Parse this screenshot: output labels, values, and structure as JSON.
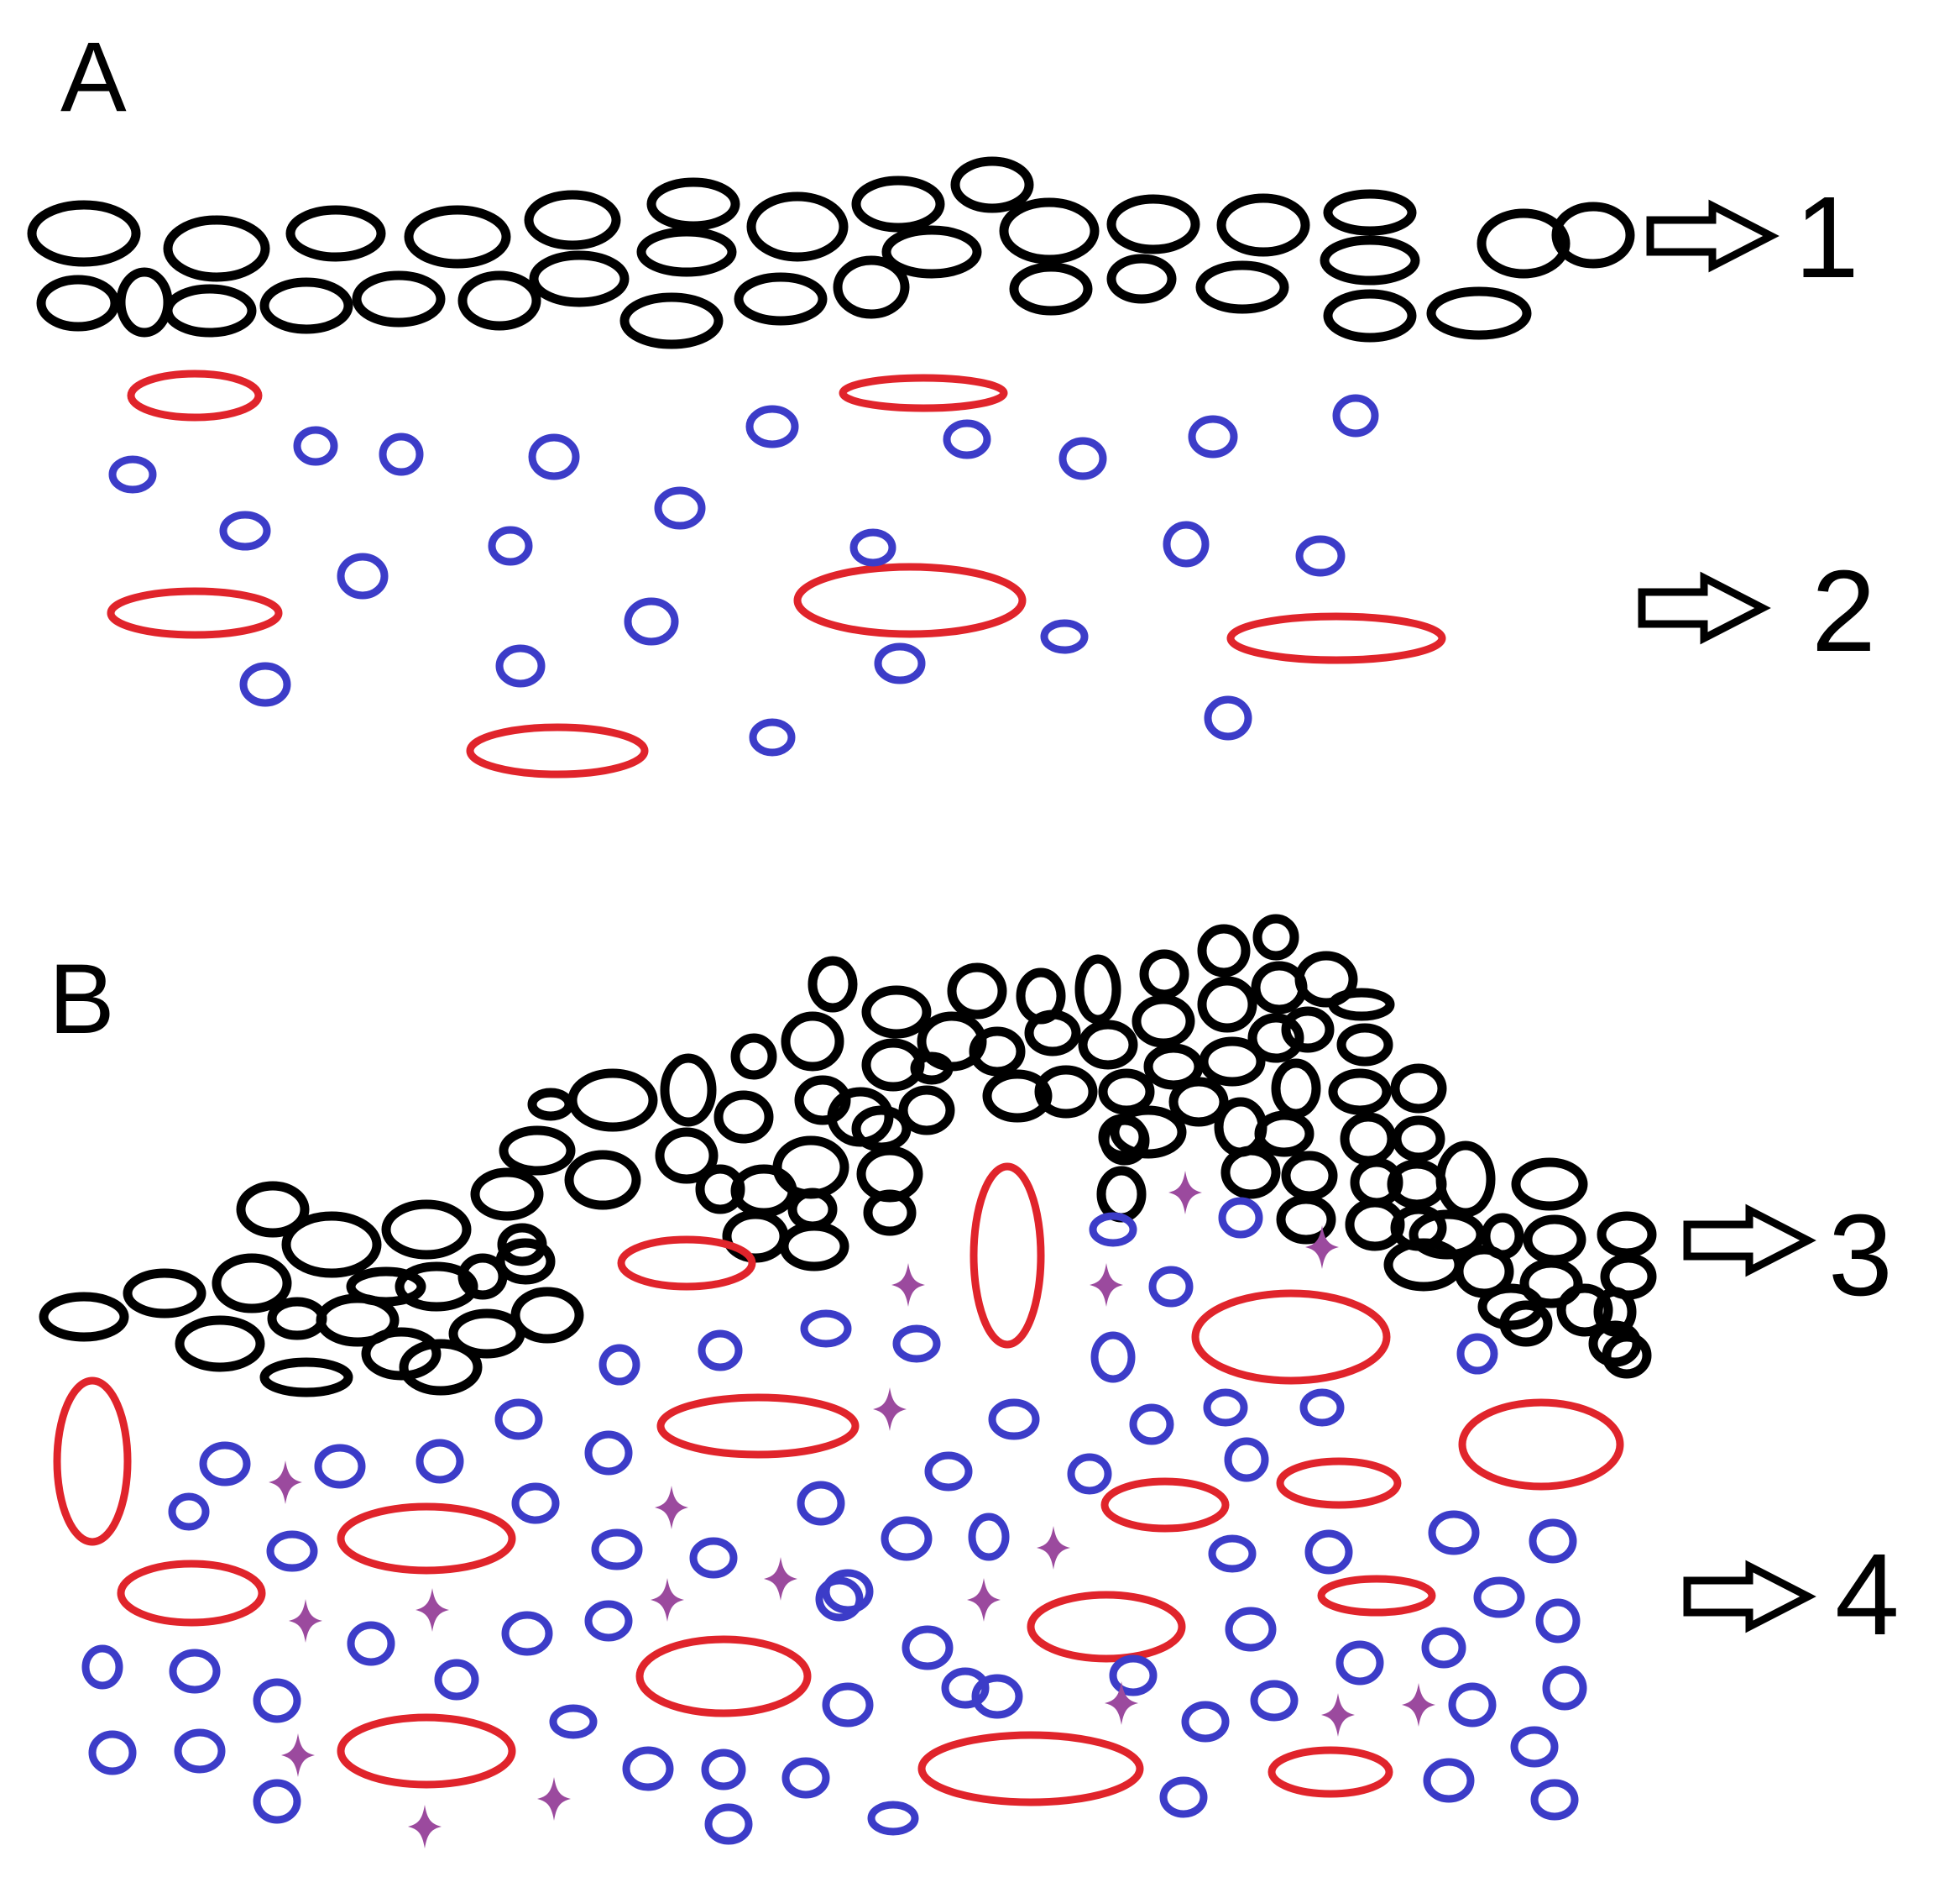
{
  "panels": [
    {
      "letter": "A",
      "callouts": [
        {
          "number": "1"
        },
        {
          "number": "2"
        }
      ]
    },
    {
      "letter": "B",
      "callouts": [
        {
          "number": "3"
        },
        {
          "number": "4"
        }
      ]
    }
  ],
  "colors": {
    "epithelial_cell": "#000000",
    "red_cell": "#e0242b",
    "blue_cell": "#3c3cc8",
    "purple_cell": "#9b4a9e",
    "arrow_stroke": "#000000"
  }
}
